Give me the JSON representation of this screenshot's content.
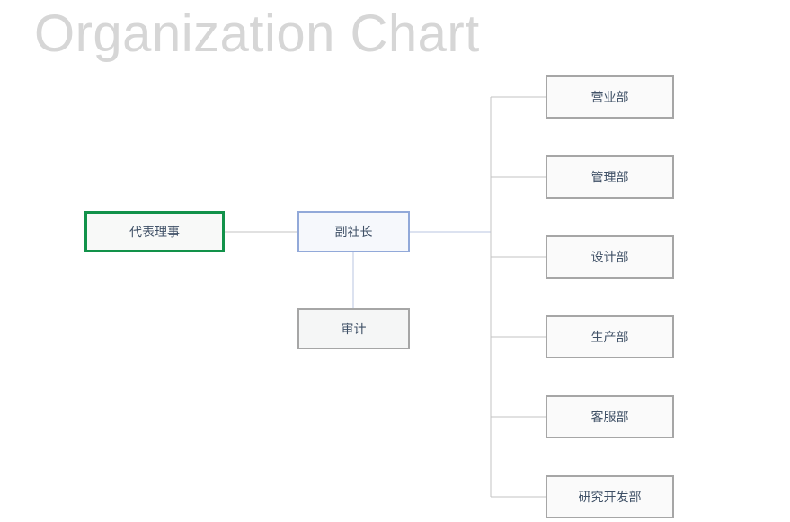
{
  "page": {
    "title": "Organization Chart",
    "background_color": "#ffffff",
    "title_color": "#d6d6d6"
  },
  "colors": {
    "root_border": "#12924a",
    "vp_border": "#92a9d9",
    "dept_border": "#a6a6a6",
    "connector": "#bfbfbf",
    "vp_connector": "#b6c4e2",
    "text": "#3f5066"
  },
  "chart_data": {
    "type": "diagram",
    "diagram_kind": "organization-chart",
    "title": "Organization Chart",
    "nodes": [
      {
        "id": "root",
        "label": "代表理事",
        "level": 0,
        "accent": "#12924a"
      },
      {
        "id": "vp",
        "label": "副社长",
        "level": 1,
        "accent": "#92a9d9"
      },
      {
        "id": "audit",
        "label": "审计",
        "level": 2,
        "accent": "#a6a6a6"
      },
      {
        "id": "d1",
        "label": "营业部",
        "level": 2,
        "accent": "#a6a6a6"
      },
      {
        "id": "d2",
        "label": "管理部",
        "level": 2,
        "accent": "#a6a6a6"
      },
      {
        "id": "d3",
        "label": "设计部",
        "level": 2,
        "accent": "#a6a6a6"
      },
      {
        "id": "d4",
        "label": "生产部",
        "level": 2,
        "accent": "#a6a6a6"
      },
      {
        "id": "d5",
        "label": "客服部",
        "level": 2,
        "accent": "#a6a6a6"
      },
      {
        "id": "d6",
        "label": "研究开发部",
        "level": 2,
        "accent": "#a6a6a6"
      }
    ],
    "edges": [
      {
        "from": "root",
        "to": "vp"
      },
      {
        "from": "vp",
        "to": "audit"
      },
      {
        "from": "vp",
        "to": "d1"
      },
      {
        "from": "vp",
        "to": "d2"
      },
      {
        "from": "vp",
        "to": "d3"
      },
      {
        "from": "vp",
        "to": "d4"
      },
      {
        "from": "vp",
        "to": "d5"
      },
      {
        "from": "vp",
        "to": "d6"
      }
    ]
  },
  "nodes": {
    "root": {
      "label": "代表理事"
    },
    "vp": {
      "label": "副社长"
    },
    "audit": {
      "label": "审计"
    },
    "dept1": {
      "label": "营业部"
    },
    "dept2": {
      "label": "管理部"
    },
    "dept3": {
      "label": "设计部"
    },
    "dept4": {
      "label": "生产部"
    },
    "dept5": {
      "label": "客服部"
    },
    "dept6": {
      "label": "研究开发部"
    }
  }
}
